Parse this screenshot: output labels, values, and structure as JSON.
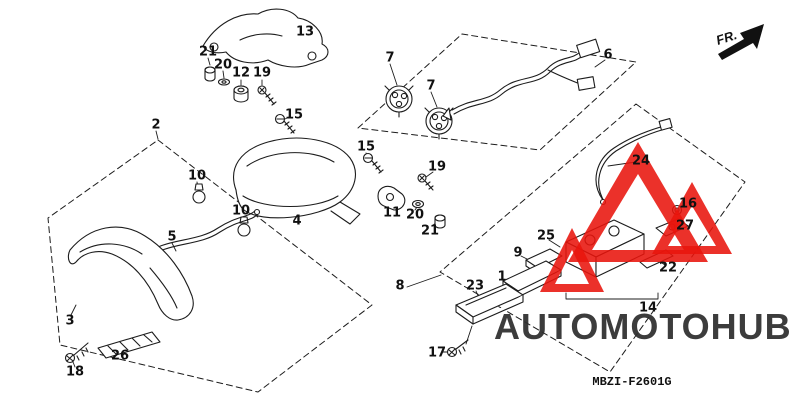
{
  "diagram": {
    "code": "MBZI-F2601G",
    "fr_label": "FR.",
    "line_color": "#1c1c1c"
  },
  "watermark": {
    "text": "AUTOMOTOHUB",
    "logo_color": "#e8140c",
    "text_color": "#2e2e2e"
  },
  "part_labels": [
    "13",
    "21",
    "20",
    "12",
    "19",
    "15",
    "7",
    "7",
    "6",
    "2",
    "15",
    "19",
    "10",
    "10",
    "11",
    "4",
    "20",
    "21",
    "5",
    "24",
    "16",
    "27",
    "25",
    "9",
    "22",
    "1",
    "23",
    "8",
    "14",
    "3",
    "26",
    "17",
    "18"
  ]
}
